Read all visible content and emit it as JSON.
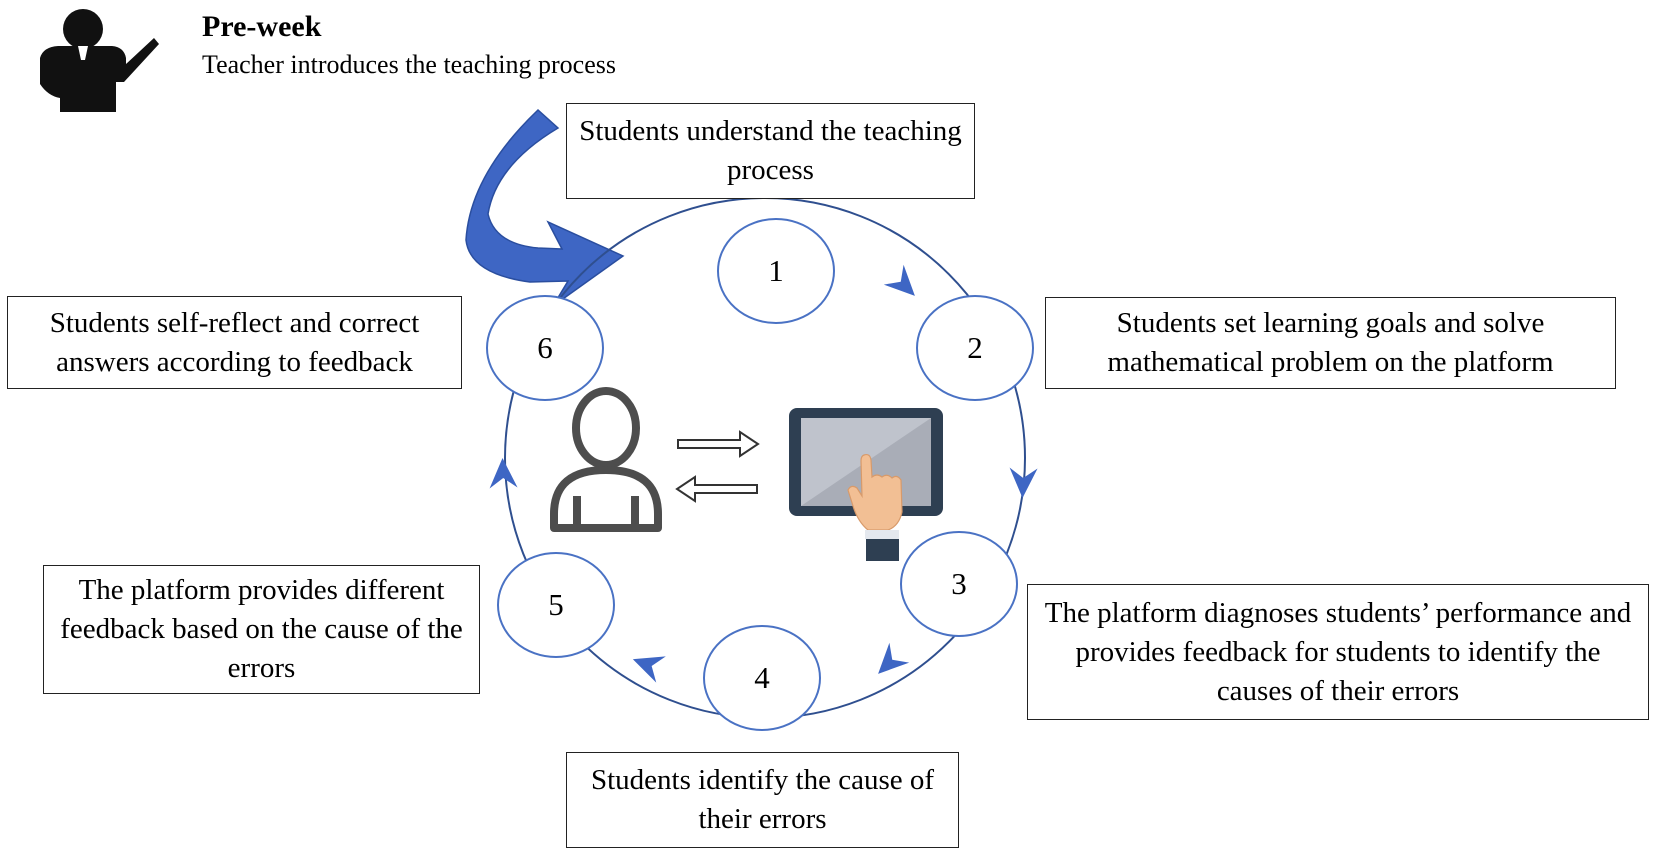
{
  "header": {
    "title": "Pre-week",
    "subtitle": "Teacher introduces the teaching process"
  },
  "cycle": {
    "nodes": [
      {
        "number": "1"
      },
      {
        "number": "2"
      },
      {
        "number": "3"
      },
      {
        "number": "4"
      },
      {
        "number": "5"
      },
      {
        "number": "6"
      }
    ]
  },
  "steps": {
    "intro": "Students understand the teaching process",
    "step2": "Students set learning goals and solve mathematical problem on the  platform",
    "step3": "The platform diagnoses students’ performance and provides feedback for students to identify the causes of their errors",
    "step4": "Students identify the cause of their errors",
    "step5": "The platform provides different feedback based on the cause of the errors",
    "step6": "Students self-reflect and correct answers according to feedback"
  },
  "colors": {
    "arrow_blue": "#3E66C4",
    "cycle_line": "#2F4F8F",
    "node_border": "#4A72C4",
    "tablet_frame": "#2E3F52",
    "tablet_screen": "#BFC3CC",
    "hand_skin": "#F2BF94",
    "person_icon": "#4D4D4D"
  },
  "icons": {
    "teacher": "teacher-pointer-icon",
    "student": "student-person-icon",
    "tablet": "tablet-touch-icon",
    "exchange": "exchange-arrows-icon"
  }
}
